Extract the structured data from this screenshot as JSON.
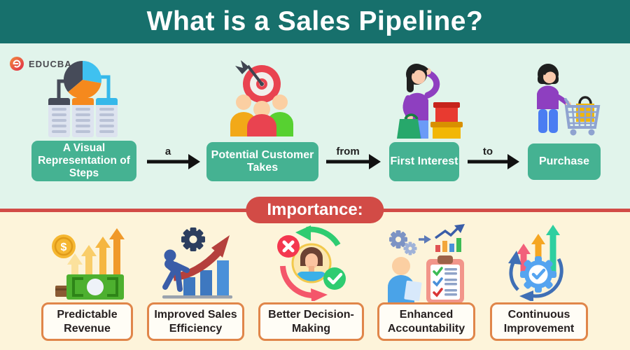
{
  "header": {
    "title": "What is a Sales Pipeline?"
  },
  "brand": {
    "name": "EDUCBA"
  },
  "definition": {
    "steps": [
      {
        "label": "A Visual Representation of Steps",
        "icon": "pie-chart-report-icon"
      },
      {
        "label": "Potential Customer Takes",
        "icon": "target-customers-icon"
      },
      {
        "label": "First Interest",
        "icon": "shopper-with-boxes-icon"
      },
      {
        "label": "Purchase",
        "icon": "shopper-with-cart-icon"
      }
    ],
    "connectors": [
      {
        "label": "a"
      },
      {
        "label": "from"
      },
      {
        "label": "to"
      }
    ]
  },
  "importance": {
    "banner": "Importance:",
    "items": [
      {
        "label": "Predictable Revenue",
        "icon": "revenue-growth-icon"
      },
      {
        "label": "Improved Sales Efficiency",
        "icon": "sales-efficiency-icon"
      },
      {
        "label": "Better Decision-Making",
        "icon": "decision-making-icon"
      },
      {
        "label": "Enhanced Accountability",
        "icon": "accountability-checklist-icon"
      },
      {
        "label": "Continuous Improvement",
        "icon": "continuous-improvement-icon"
      }
    ]
  },
  "colors": {
    "header_teal": "#17706c",
    "definition_bg": "#e1f4eb",
    "importance_bg": "#fdf4da",
    "step_green": "#45b292",
    "banner_red": "#d24b46",
    "label_border_orange": "#e0864a",
    "arrow_black": "#111111"
  }
}
